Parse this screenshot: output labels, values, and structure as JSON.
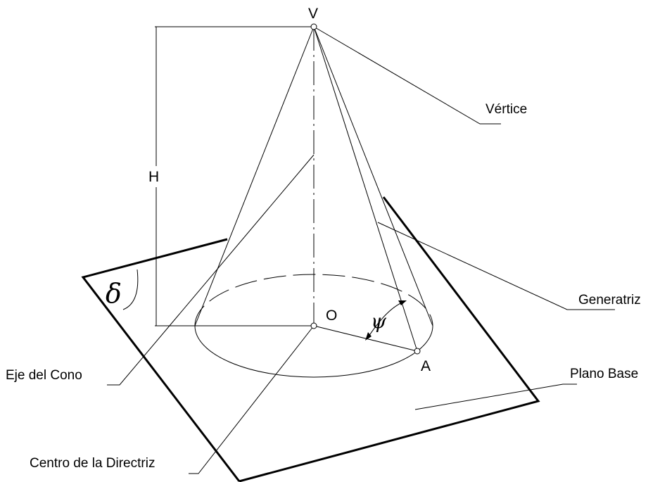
{
  "points": {
    "vertex": "V",
    "center": "O",
    "base_point": "A"
  },
  "dimensions": {
    "height": "H"
  },
  "angles": {
    "psi": "ψ",
    "delta": "δ"
  },
  "callouts": {
    "vertice": "Vértice",
    "generatriz": "Generatriz",
    "plano_base": "Plano Base",
    "eje_del_cono": "Eje del Cono",
    "centro_directriz": "Centro de la Directriz"
  }
}
